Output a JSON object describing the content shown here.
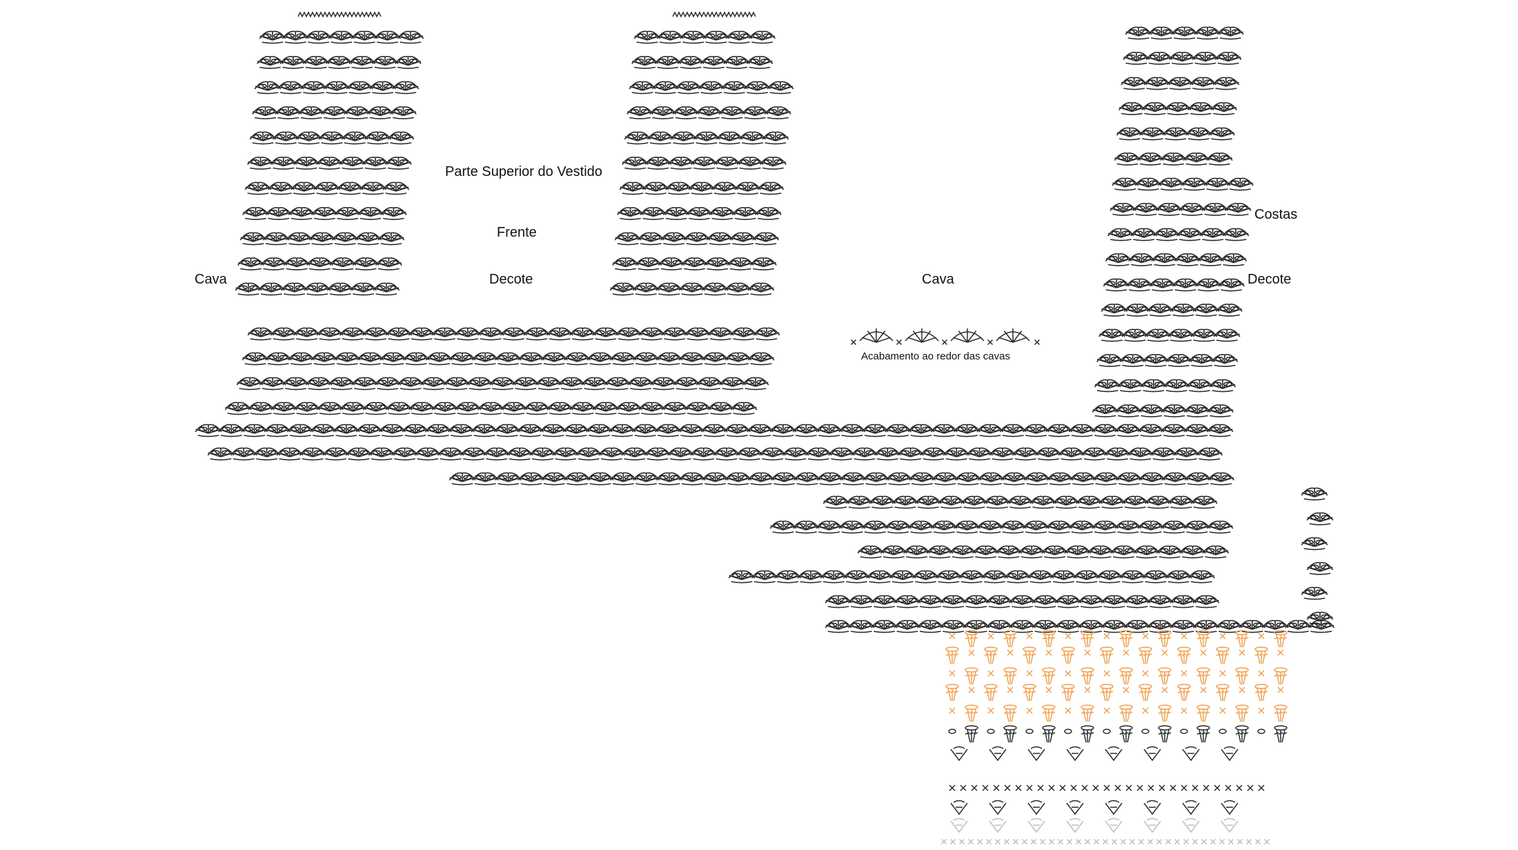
{
  "labels": {
    "title": "Parte Superior do Vestido",
    "front": "Frente",
    "back": "Costas",
    "armhole_left": "Cava",
    "armhole_center": "Cava",
    "neckline_front": "Decote",
    "neckline_back": "Decote",
    "edging_caption": "Acabamento ao redor das cavas"
  },
  "colors": {
    "stitch_main": "#2a2a2a",
    "stitch_orange": "#f0a050",
    "stitch_light": "#bdbdbd",
    "background": "#ffffff"
  },
  "stitch_symbols": [
    "fan-shell",
    "single-crochet-x",
    "chain-oval",
    "treble-cluster"
  ]
}
